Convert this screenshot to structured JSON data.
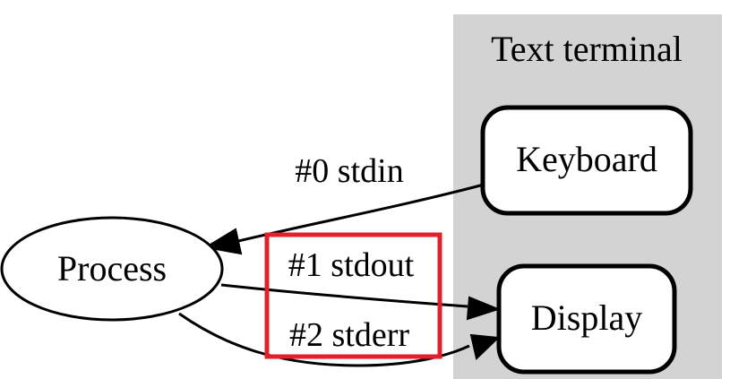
{
  "diagram": {
    "cluster": {
      "label": "Text terminal",
      "fill": "#d3d3d3"
    },
    "nodes": {
      "process": {
        "label": "Process"
      },
      "keyboard": {
        "label": "Keyboard"
      },
      "display": {
        "label": "Display"
      }
    },
    "edges": {
      "stdin": {
        "label": "#0 stdin",
        "from": "Keyboard",
        "to": "Process"
      },
      "stdout": {
        "label": "#1 stdout",
        "from": "Process",
        "to": "Display"
      },
      "stderr": {
        "label": "#2 stderr",
        "from": "Process",
        "to": "Display"
      }
    },
    "highlight": {
      "color": "#e0202a"
    }
  }
}
